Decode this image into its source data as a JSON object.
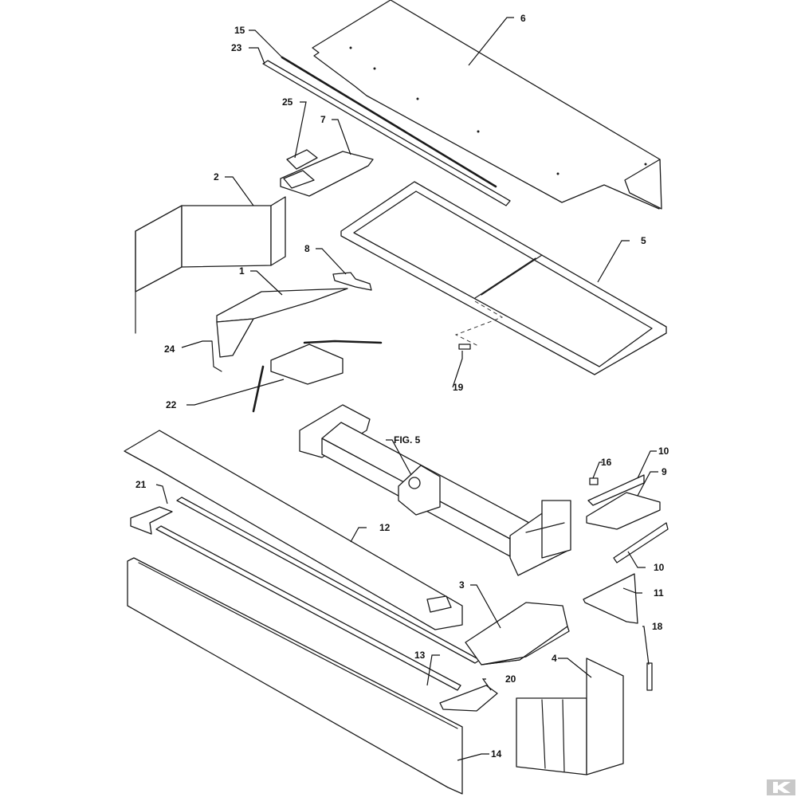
{
  "callouts": {
    "c1": "1",
    "c2": "2",
    "c3": "3",
    "c4": "4",
    "c5": "5",
    "c6": "6",
    "c7": "7",
    "c8": "8",
    "c9": "9",
    "c10a": "10",
    "c10b": "10",
    "c11": "11",
    "c12": "12",
    "c13": "13",
    "c14": "14",
    "c15": "15",
    "c16": "16",
    "c18": "18",
    "c19": "19",
    "c20": "20",
    "c21": "21",
    "c22": "22",
    "c23": "23",
    "c24": "24",
    "c25": "25",
    "fig5": "FIG. 5"
  },
  "icons": {
    "logo": "brand-logo-icon"
  },
  "colors": {
    "line": "#1a1a1a",
    "background": "#ffffff",
    "logo": "#c8c8c8"
  }
}
